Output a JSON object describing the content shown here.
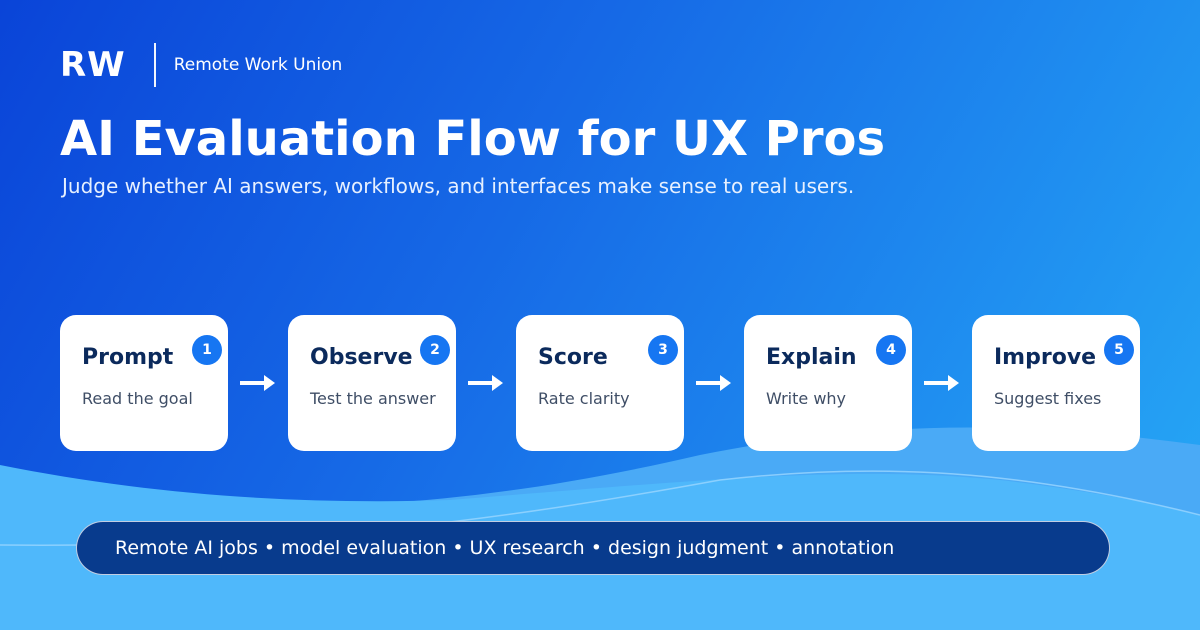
{
  "brand": {
    "logo": "RW",
    "name": "Remote Work Union"
  },
  "header": {
    "title": "AI Evaluation Flow for UX Pros",
    "subtitle": "Judge whether AI answers, workflows, and interfaces make sense to real users."
  },
  "steps": [
    {
      "number": "1",
      "title": "Prompt",
      "desc": "Read the goal"
    },
    {
      "number": "2",
      "title": "Observe",
      "desc": "Test the answer"
    },
    {
      "number": "3",
      "title": "Score",
      "desc": "Rate clarity"
    },
    {
      "number": "4",
      "title": "Explain",
      "desc": "Write why"
    },
    {
      "number": "5",
      "title": "Improve",
      "desc": "Suggest fixes"
    }
  ],
  "footer": {
    "tags": "Remote AI jobs • model evaluation • UX research • design judgment • annotation"
  },
  "colors": {
    "accent": "#1676f2",
    "card_title": "#0b2a5c",
    "tag_bar": "#083b8d",
    "wave": "#4fb8fb"
  },
  "icons": {
    "connector": "arrow-right-icon"
  }
}
